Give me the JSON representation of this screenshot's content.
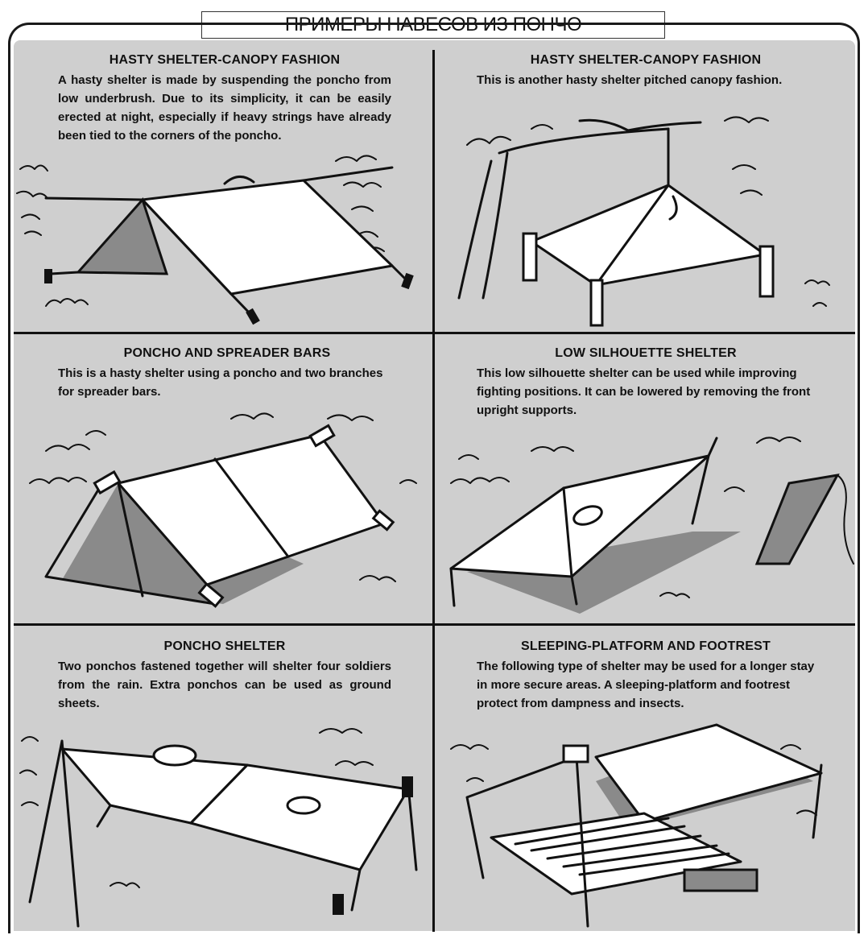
{
  "page": {
    "title": "ПРИМЕРЫ НАВЕСОВ ИЗ ПОНЧО"
  },
  "panels": [
    {
      "heading": "HASTY SHELTER-CANOPY FASHION",
      "text_pre": "A ",
      "text_em": "hasty shelter",
      "text_post": " is made by suspending the poncho from low underbrush. Due to its simplicity, it can be easily erected at night, especially if heavy strings have already been tied to the corners of the poncho."
    },
    {
      "heading": "HASTY SHELTER-CANOPY FASHION",
      "text_pre": "This is another hasty shelter pitched ",
      "text_em": "canopy fashion",
      "text_post": "."
    },
    {
      "heading": "PONCHO AND SPREADER BARS",
      "text_pre": "This is a hasty shelter using a poncho and two branches for ",
      "text_em": "spreader bars",
      "text_post": "."
    },
    {
      "heading": "LOW SILHOUETTE SHELTER",
      "text_pre": "This ",
      "text_em": "low silhouette",
      "text_post": " shelter can be used while improving fighting positions. It can be lowered by removing the front upright supports."
    },
    {
      "heading": "PONCHO SHELTER",
      "text_pre": "",
      "text_em": "",
      "text_post": "Two ponchos fastened together will shelter four soldiers from the rain. Extra ponchos can be used as ground sheets."
    },
    {
      "heading": "SLEEPING-PLATFORM AND FOOTREST",
      "text_pre": "",
      "text_em": "",
      "text_post": "The following type of shelter may be used for a longer stay in more secure areas. A sleeping-platform and footrest protect from dampness and insects."
    }
  ],
  "colors": {
    "panel_bg": "#cfcfcf",
    "ink": "#111111",
    "poncho": "#ffffff",
    "shadow": "#8a8a8a"
  }
}
